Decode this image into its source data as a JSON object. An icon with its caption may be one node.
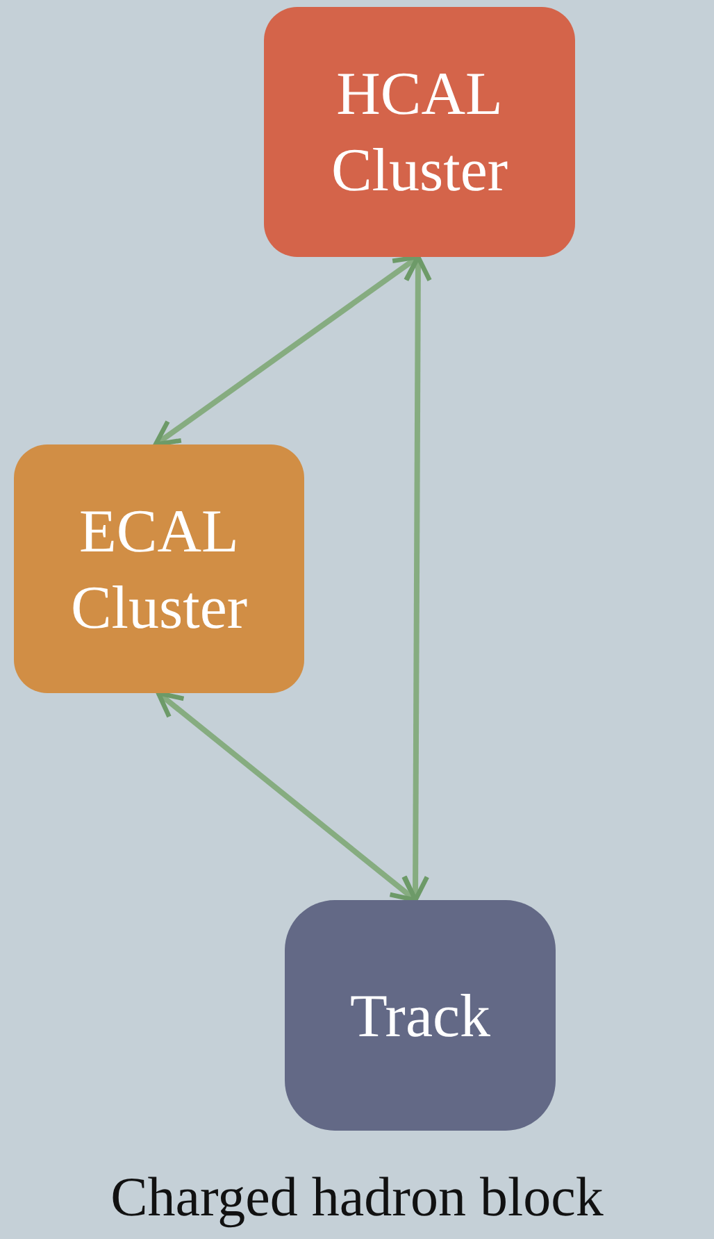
{
  "diagram": {
    "caption": "Charged hadron block",
    "nodes": [
      {
        "text": [
          "HCAL Cluster"
        ]
      },
      {
        "text": [
          "ECAL Cluster"
        ]
      },
      {
        "text": [
          "Track"
        ]
      }
    ],
    "edges": [
      {
        "from": 0,
        "to": 1,
        "arrow": "both"
      },
      {
        "from": 0,
        "to": 2,
        "arrow": "both"
      },
      {
        "from": 1,
        "to": 2,
        "arrow": "both"
      }
    ]
  }
}
